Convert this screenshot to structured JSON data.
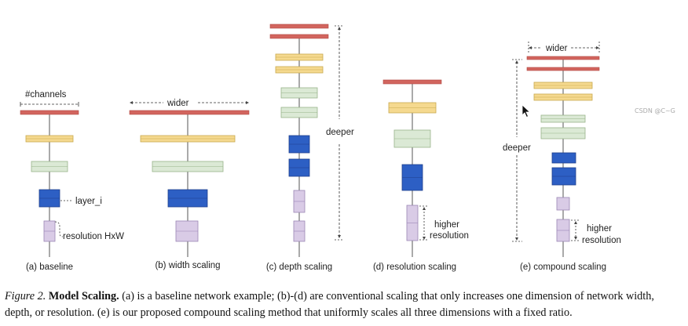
{
  "colors": {
    "red": "#d2655e",
    "yellow": "#f5d98f",
    "yellow_border": "#c9a94e",
    "green": "#dbe9d5",
    "green_border": "#98b38a",
    "blue": "#2d5fc4",
    "blue_border": "#1e3f8c",
    "purple": "#d9cbe6",
    "purple_border": "#9b86b5",
    "line": "#555555"
  },
  "panels": [
    {
      "id": "baseline",
      "label": "(a) baseline"
    },
    {
      "id": "width",
      "label": "(b) width scaling"
    },
    {
      "id": "depth",
      "label": "(c) depth scaling"
    },
    {
      "id": "resolution",
      "label": "(d) resolution scaling"
    },
    {
      "id": "compound",
      "label": "(e) compound scaling"
    }
  ],
  "annotations": {
    "channels": "#channels",
    "layer": "layer_i",
    "resolution_hw": "resolution HxW",
    "wider_b": "wider",
    "deeper_c": "deeper",
    "higher_d": "higher",
    "resolution_d": "resolution",
    "wider_e": "wider",
    "deeper_e": "deeper",
    "higher_e": "higher",
    "resolution_e": "resolution"
  },
  "caption": {
    "figure": "Figure 2.",
    "title": "Model Scaling.",
    "text": "(a) is a baseline network example; (b)-(d) are conventional scaling that only increases one dimension of network width, depth, or resolution. (e) is our proposed compound scaling method that uniformly scales all three dimensions with a fixed ratio."
  },
  "watermark": "CSDN @C~G",
  "cursor_icon": "mouse-pointer-icon"
}
